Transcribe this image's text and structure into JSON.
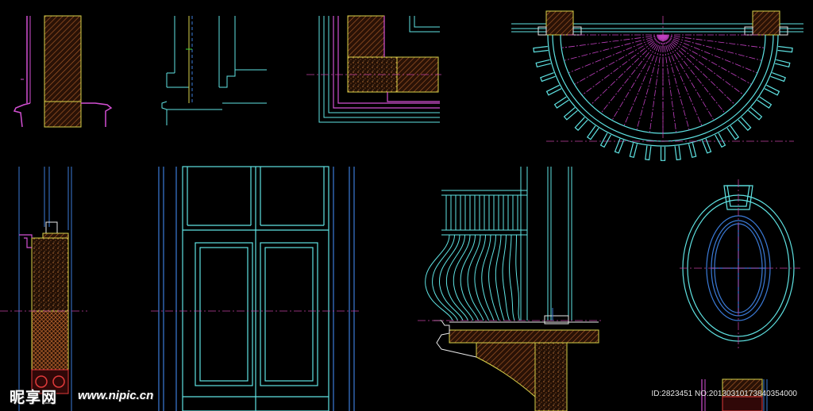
{
  "colors": {
    "background": "#000000",
    "cyan": "#5fe3e3",
    "blue": "#3b7bd8",
    "magenta": "#d24fd2",
    "yellow": "#d8d24a",
    "red": "#e23a3a",
    "brown": "#b05f2a",
    "white": "#e8e8e8",
    "centerline": "#c03fa0"
  },
  "watermark": {
    "logo": "昵享网",
    "site": "www.nipic.cn",
    "id_line": "ID:2823451 NO:20130310173840354000"
  }
}
